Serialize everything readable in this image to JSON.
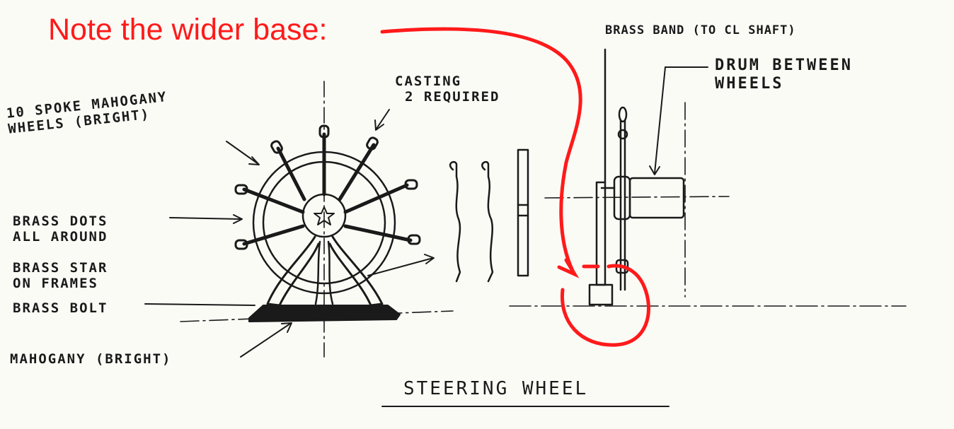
{
  "note": "Note the wider base:",
  "labels": {
    "casting": [
      "CASTING",
      "2 REQUIRED"
    ],
    "wheels": [
      "10 SPOKE MAHOGANY",
      "WHEELS (BRIGHT)"
    ],
    "dots": [
      "BRASS DOTS",
      "ALL AROUND"
    ],
    "star": [
      "BRASS STAR",
      "ON FRAMES"
    ],
    "bolt": "BRASS BOLT",
    "base": "MAHOGANY (BRIGHT)",
    "band": "BRASS BAND (TO CL SHAFT)",
    "drum": [
      "DRUM BETWEEN",
      "WHEELS"
    ]
  },
  "title": "STEERING WHEEL",
  "colors": {
    "ink": "#1a1a1a",
    "highlight": "#ff1a1a",
    "paper": "#fbfbf6"
  }
}
